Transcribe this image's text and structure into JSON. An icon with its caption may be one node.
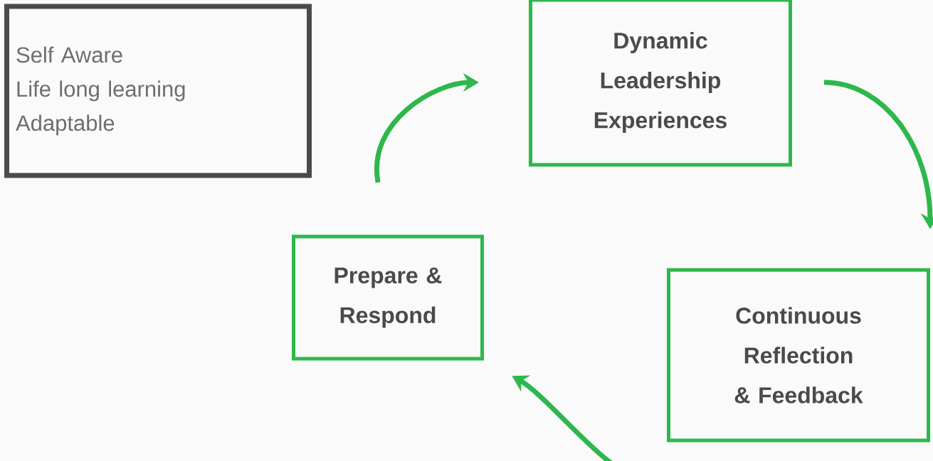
{
  "diagram": {
    "nodes": [
      {
        "text": [
          "Self Aware",
          "Life long learning",
          "Adaptable"
        ]
      },
      {
        "text": [
          "Dynamic Leadership Experiences"
        ]
      },
      {
        "text": [
          "Continuous Reflection & Feedback"
        ]
      },
      {
        "text": [
          "Prepare & Respond"
        ]
      }
    ],
    "edges": [
      {
        "from": 3,
        "to": 1,
        "arrow": "to"
      },
      {
        "from": 1,
        "to": 2,
        "arrow": "to"
      },
      {
        "from": 2,
        "to": 3,
        "arrow": "to"
      }
    ]
  }
}
